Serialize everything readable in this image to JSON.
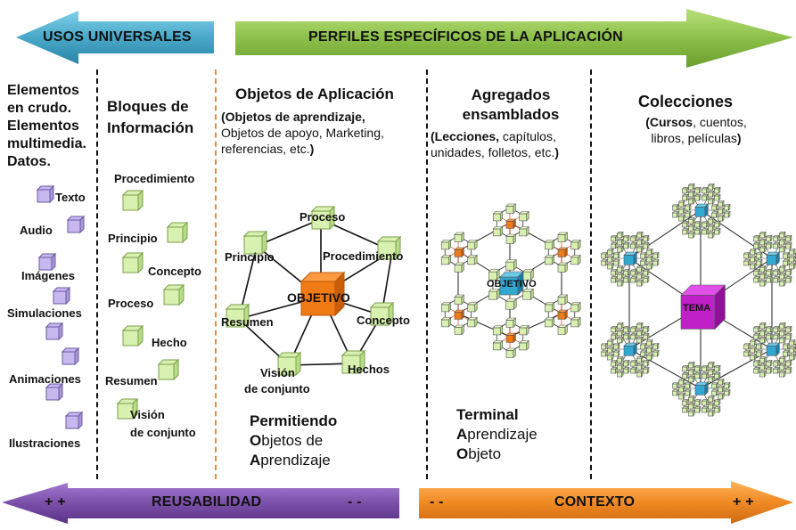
{
  "top_banner": {
    "left_label": "USOS UNIVERSALES",
    "right_label": "PERFILES ESPECÍFICOS DE LA APLICACIÓN"
  },
  "columns": {
    "raw": {
      "title_lines": [
        "Elementos",
        "en crudo.",
        "Elementos",
        "multimedia.",
        "Datos."
      ],
      "items": [
        "Texto",
        "Audio",
        "Imágenes",
        "Simulaciones",
        "Animaciones",
        "Ilustraciones"
      ]
    },
    "blocks": {
      "title_lines": [
        "Bloques de",
        "Información"
      ],
      "items": [
        "Procedimiento",
        "Principio",
        "Concepto",
        "Proceso",
        "Hecho",
        "Resumen",
        "Visión",
        "de conjunto"
      ]
    },
    "objects": {
      "title": "Objetos de Aplicación",
      "sub_bold": "(Objetos de aprendizaje,",
      "sub_rest": "Objetos de apoyo, Marketing, referencias, etc.",
      "sub_close": ")",
      "center": "OBJETIVO",
      "nodes": [
        "Proceso",
        "Procedimiento",
        "Concepto",
        "Hechos",
        "Visión",
        "de conjunto",
        "Resumen",
        "Principio"
      ],
      "permit": {
        "line1": "Permitiendo",
        "l2_first": "O",
        "l2_rest": "bjetos de",
        "l3_first": "A",
        "l3_rest": "prendizaje"
      }
    },
    "aggregates": {
      "title_lines": [
        "Agregados",
        "ensamblados"
      ],
      "sub_bold": "(Lecciones,",
      "sub_rest": " capítulos, unidades, folletos, etc.",
      "sub_close": ")",
      "center": "OBJETIVO",
      "terminal": {
        "line1": "Terminal",
        "l2_first": "A",
        "l2_rest": "prendizaje",
        "l3_first": "O",
        "l3_rest": "bjeto"
      }
    },
    "collections": {
      "title": "Colecciones",
      "sub_open": "(",
      "sub_bold": "Cursos",
      "sub_rest": ", cuentos, libros, películas",
      "sub_close": ")",
      "center": "TEMA"
    }
  },
  "bottom_banner": {
    "left_label": "REUSABILIDAD",
    "left_plus": "+ +",
    "left_minus": "-   -",
    "right_label": "CONTEXTO",
    "right_minus": "-    -",
    "right_plus": "+ +"
  },
  "colors": {
    "banner_blue": "#4aa8c8",
    "banner_green": "#8cc04a",
    "banner_purple": "#7b4fa8",
    "banner_orange": "#f08a24",
    "cube_lavender": "#c8b8f0",
    "cube_green": "#d8f0b0",
    "cube_orange": "#f07a14",
    "cube_cyan": "#30a8d0",
    "cube_magenta": "#c020c8"
  }
}
